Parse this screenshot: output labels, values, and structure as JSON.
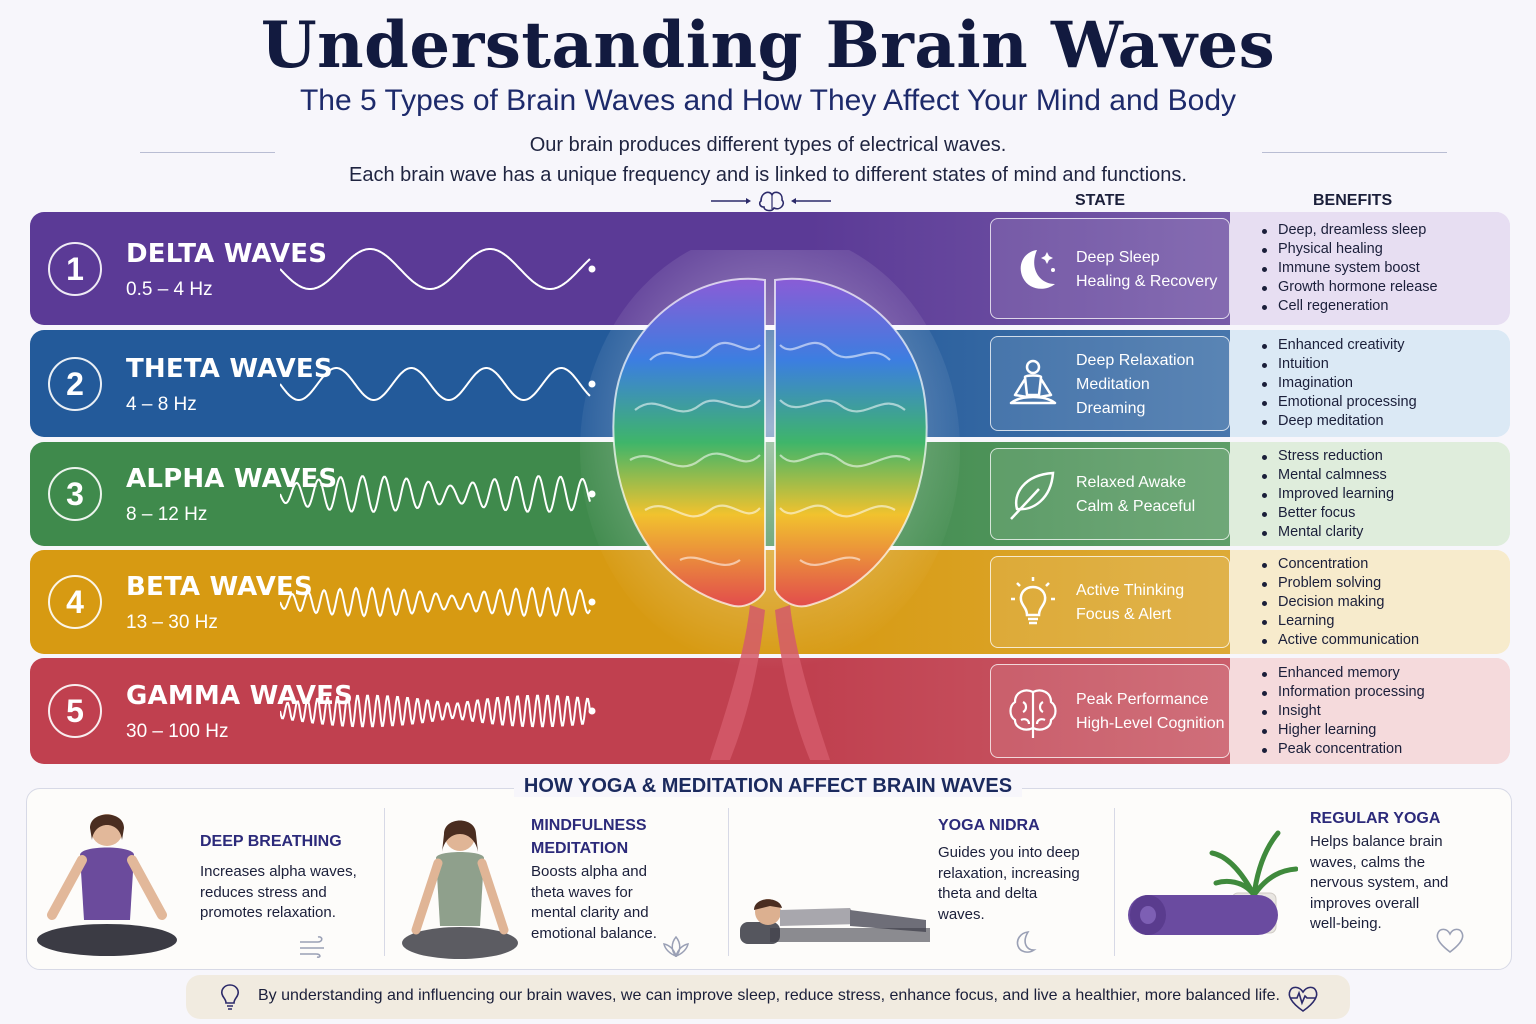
{
  "header": {
    "title": "Understanding Brain Waves",
    "subtitle": "The 5 Types of Brain Waves and How They Affect Your Mind and Body",
    "intro_line1": "Our brain produces different types of electrical waves.",
    "intro_line2": "Each brain wave has a unique frequency and is linked to different states of mind and functions."
  },
  "columns": {
    "state": "STATE",
    "benefits": "BENEFITS"
  },
  "waves": [
    {
      "number": "1",
      "name": "DELTA WAVES",
      "freq": "0.5 – 4 Hz",
      "state": [
        "Deep Sleep",
        "Healing & Recovery"
      ],
      "icon": "moon-icon",
      "benefits": [
        "Deep, dreamless sleep",
        "Physical healing",
        "Immune system boost",
        "Growth hormone release",
        "Cell regeneration"
      ],
      "color": "#5b3a96",
      "benefit_bg": "#e7def2"
    },
    {
      "number": "2",
      "name": "THETA WAVES",
      "freq": "4 – 8 Hz",
      "state": [
        "Deep Relaxation",
        "Meditation",
        "Dreaming"
      ],
      "icon": "meditation-icon",
      "benefits": [
        "Enhanced creativity",
        "Intuition",
        "Imagination",
        "Emotional processing",
        "Deep meditation"
      ],
      "color": "#235a9a",
      "benefit_bg": "#dbe9f5"
    },
    {
      "number": "3",
      "name": "ALPHA WAVES",
      "freq": "8 – 12 Hz",
      "state": [
        "Relaxed Awake",
        "Calm & Peaceful"
      ],
      "icon": "leaf-icon",
      "benefits": [
        "Stress reduction",
        "Mental calmness",
        "Improved learning",
        "Better focus",
        "Mental clarity"
      ],
      "color": "#3f8a4c",
      "benefit_bg": "#dfeddc"
    },
    {
      "number": "4",
      "name": "BETA WAVES",
      "freq": "13 – 30 Hz",
      "state": [
        "Active Thinking",
        "Focus & Alert"
      ],
      "icon": "lightbulb-icon",
      "benefits": [
        "Concentration",
        "Problem solving",
        "Decision making",
        "Learning",
        "Active communication"
      ],
      "color": "#d79a12",
      "benefit_bg": "#f7ebcc"
    },
    {
      "number": "5",
      "name": "GAMMA WAVES",
      "freq": "30 – 100 Hz",
      "state": [
        "Peak Performance",
        "High-Level Cognition"
      ],
      "icon": "brain-icon",
      "benefits": [
        "Enhanced memory",
        "Information processing",
        "Insight",
        "Higher learning",
        "Peak concentration"
      ],
      "color": "#c0404f",
      "benefit_bg": "#f5dadc"
    }
  ],
  "yoga": {
    "title": "HOW YOGA & MEDITATION AFFECT BRAIN WAVES",
    "cards": [
      {
        "title": "DEEP BREATHING",
        "text": [
          "Increases alpha waves,",
          "reduces stress and",
          "promotes relaxation."
        ]
      },
      {
        "title": "MINDFULNESS MEDITATION",
        "title_lines": [
          "MINDFULNESS",
          "MEDITATION"
        ],
        "text": [
          "Boosts alpha and",
          "theta waves for",
          "mental clarity and",
          "emotional balance."
        ]
      },
      {
        "title": "YOGA NIDRA",
        "text": [
          "Guides you into deep",
          "relaxation, increasing",
          "theta and delta",
          "waves."
        ]
      },
      {
        "title": "REGULAR YOGA",
        "text": [
          "Helps balance brain",
          "waves, calms the",
          "nervous system, and",
          "improves overall",
          "well-being."
        ]
      }
    ]
  },
  "footer": {
    "text": "By understanding and influencing our brain waves, we can improve sleep, reduce stress, enhance focus, and live a healthier, more balanced life."
  }
}
